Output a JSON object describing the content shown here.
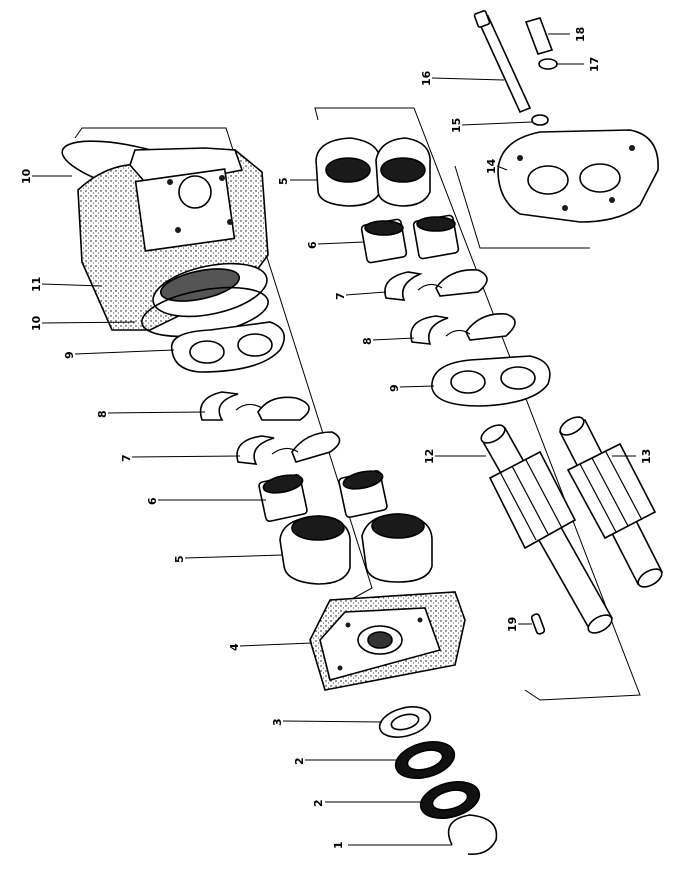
{
  "diagram": {
    "callouts": [
      {
        "id": "c1",
        "label": "1"
      },
      {
        "id": "c2a",
        "label": "2"
      },
      {
        "id": "c2b",
        "label": "2"
      },
      {
        "id": "c3",
        "label": "3"
      },
      {
        "id": "c4",
        "label": "4"
      },
      {
        "id": "c5a",
        "label": "5"
      },
      {
        "id": "c5b",
        "label": "5"
      },
      {
        "id": "c6a",
        "label": "6"
      },
      {
        "id": "c6b",
        "label": "6"
      },
      {
        "id": "c7a",
        "label": "7"
      },
      {
        "id": "c7b",
        "label": "7"
      },
      {
        "id": "c8a",
        "label": "8"
      },
      {
        "id": "c8b",
        "label": "8"
      },
      {
        "id": "c9a",
        "label": "9"
      },
      {
        "id": "c9b",
        "label": "9"
      },
      {
        "id": "c10a",
        "label": "10"
      },
      {
        "id": "c10b",
        "label": "10"
      },
      {
        "id": "c11",
        "label": "11"
      },
      {
        "id": "c12",
        "label": "12"
      },
      {
        "id": "c13",
        "label": "13"
      },
      {
        "id": "c14",
        "label": "14"
      },
      {
        "id": "c15",
        "label": "15"
      },
      {
        "id": "c16",
        "label": "16"
      },
      {
        "id": "c17",
        "label": "17"
      },
      {
        "id": "c18",
        "label": "18"
      },
      {
        "id": "c19",
        "label": "19"
      }
    ]
  }
}
